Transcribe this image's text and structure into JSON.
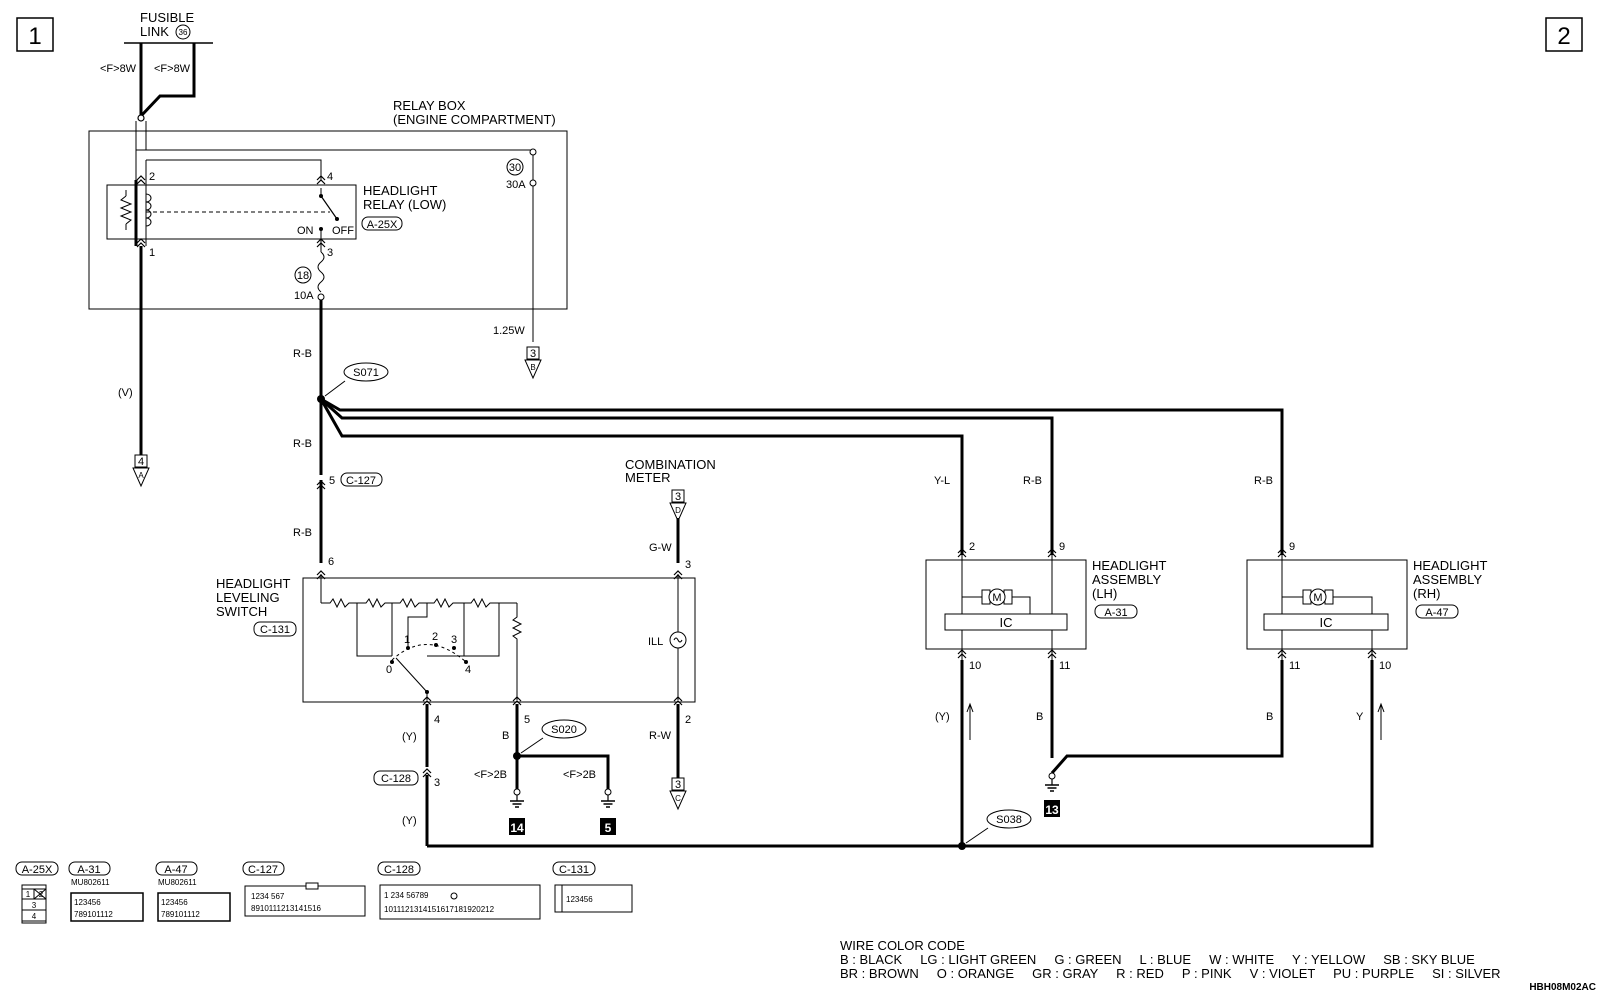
{
  "page": {
    "num_left": "1",
    "num_right": "2",
    "code": "HBH08M02AC"
  },
  "fusible": {
    "line1": "FUSIBLE",
    "line2": "LINK",
    "num": "36",
    "w1": "<F>8W",
    "w2": "<F>8W"
  },
  "relaybox": {
    "line1": "RELAY BOX",
    "line2": "(ENGINE COMPARTMENT)"
  },
  "relay": {
    "line1": "HEADLIGHT",
    "line2": "RELAY (LOW)",
    "conn": "A-25X",
    "on": "ON",
    "off": "OFF",
    "p1": "1",
    "p2": "2",
    "p3": "3",
    "p4": "4"
  },
  "fuse30": {
    "num": "30",
    "amp": "30A"
  },
  "fuse18": {
    "num": "18",
    "amp": "10A"
  },
  "wires": {
    "v": "(V)",
    "w125": "1.25W",
    "rb1": "R-B",
    "rb2": "R-B",
    "rb3": "R-B",
    "yl": "Y-L",
    "rb_lh": "R-B",
    "rb_rh": "R-B",
    "gw": "G-W",
    "rw": "R-W",
    "y_sw1": "(Y)",
    "y_sw2": "(Y)",
    "b_sw": "B",
    "f2b_1": "<F>2B",
    "f2b_2": "<F>2B",
    "y_lh": "(Y)",
    "b_lh": "B",
    "b_rh": "B",
    "y_rh": "Y"
  },
  "refs": {
    "a_num": "4",
    "a_let": "A",
    "b_num": "3",
    "b_let": "B",
    "c_num": "3",
    "c_let": "C",
    "d_num": "3",
    "d_let": "D"
  },
  "splices": {
    "s071": "S071",
    "s020": "S020",
    "s038": "S038"
  },
  "grounds": {
    "g14": "14",
    "g5": "5",
    "g13": "13"
  },
  "c127": {
    "conn": "C-127",
    "pin": "5"
  },
  "c128": {
    "conn": "C-128",
    "pin": "3"
  },
  "meter": {
    "line1": "COMBINATION",
    "line2": "METER"
  },
  "lsw": {
    "line1": "HEADLIGHT",
    "line2": "LEVELING",
    "line3": "SWITCH",
    "conn": "C-131",
    "p6": "6",
    "p3": "3",
    "p4": "4",
    "p5": "5",
    "p2": "2",
    "ill": "ILL",
    "pos0": "0",
    "pos1": "1",
    "pos2": "2",
    "pos3": "3",
    "pos4": "4"
  },
  "hlh": {
    "line1": "HEADLIGHT",
    "line2": "ASSEMBLY",
    "line3": "(LH)",
    "conn": "A-31",
    "ic": "IC",
    "p2": "2",
    "p9": "9",
    "p10": "10",
    "p11": "11",
    "m": "M"
  },
  "hrh": {
    "line1": "HEADLIGHT",
    "line2": "ASSEMBLY",
    "line3": "(RH)",
    "conn": "A-47",
    "ic": "IC",
    "p9": "9",
    "p10": "10",
    "p11": "11",
    "m": "M"
  },
  "connectors": [
    {
      "id": "A-25X",
      "part": ""
    },
    {
      "id": "A-31",
      "part": "MU802611"
    },
    {
      "id": "A-47",
      "part": "MU802611"
    },
    {
      "id": "C-127",
      "part": ""
    },
    {
      "id": "C-128",
      "part": ""
    },
    {
      "id": "C-131",
      "part": ""
    }
  ],
  "colorcode": {
    "title": "WIRE COLOR CODE",
    "line1": "B : BLACK     LG : LIGHT GREEN     G : GREEN     L : BLUE     W : WHITE     Y : YELLOW     SB : SKY BLUE",
    "line2": "BR : BROWN     O : ORANGE     GR : GRAY     R : RED     P : PINK     V : VIOLET     PU : PURPLE     SI : SILVER"
  }
}
